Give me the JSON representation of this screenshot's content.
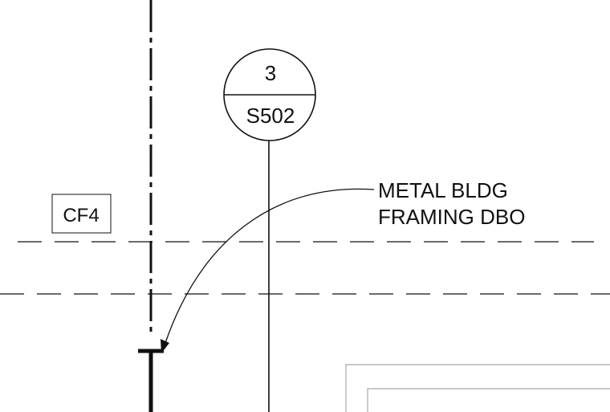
{
  "section_callout": {
    "detail_number": "3",
    "sheet_number": "S502"
  },
  "tag": {
    "label": "CF4"
  },
  "note": {
    "line1": "METAL BLDG",
    "line2": "FRAMING DBO"
  },
  "colors": {
    "ink": "#111111",
    "light_outline": "#b5b5b5"
  }
}
